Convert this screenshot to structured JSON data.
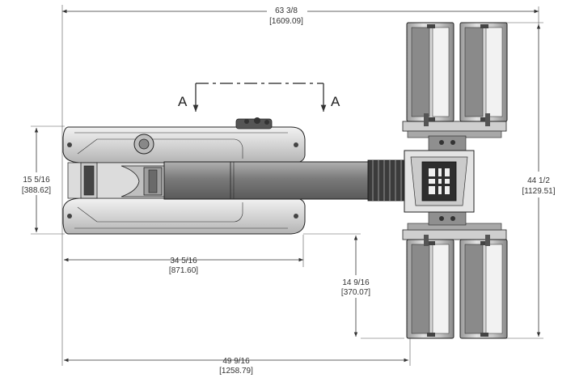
{
  "dimensions": {
    "overall_length": {
      "imperial": "63 3/8",
      "metric": "[1609.09]"
    },
    "body_height": {
      "imperial": "15 5/16",
      "metric": "[388.62]"
    },
    "overall_width": {
      "imperial": "44 1/2",
      "metric": "[1129.51]"
    },
    "body_length": {
      "imperial": "34 5/16",
      "metric": "[871.60]"
    },
    "offset_height": {
      "imperial": "14 9/16",
      "metric": "[370.07]"
    },
    "pivot_length": {
      "imperial": "49 9/16",
      "metric": "[1258.79]"
    }
  },
  "section": {
    "left_label": "A",
    "right_label": "A"
  },
  "colors": {
    "light_panel": "#e6e6e6",
    "mid_gray": "#b8b8b8",
    "dark_gray": "#6e6e6e",
    "boom": "#8c8c8c"
  }
}
